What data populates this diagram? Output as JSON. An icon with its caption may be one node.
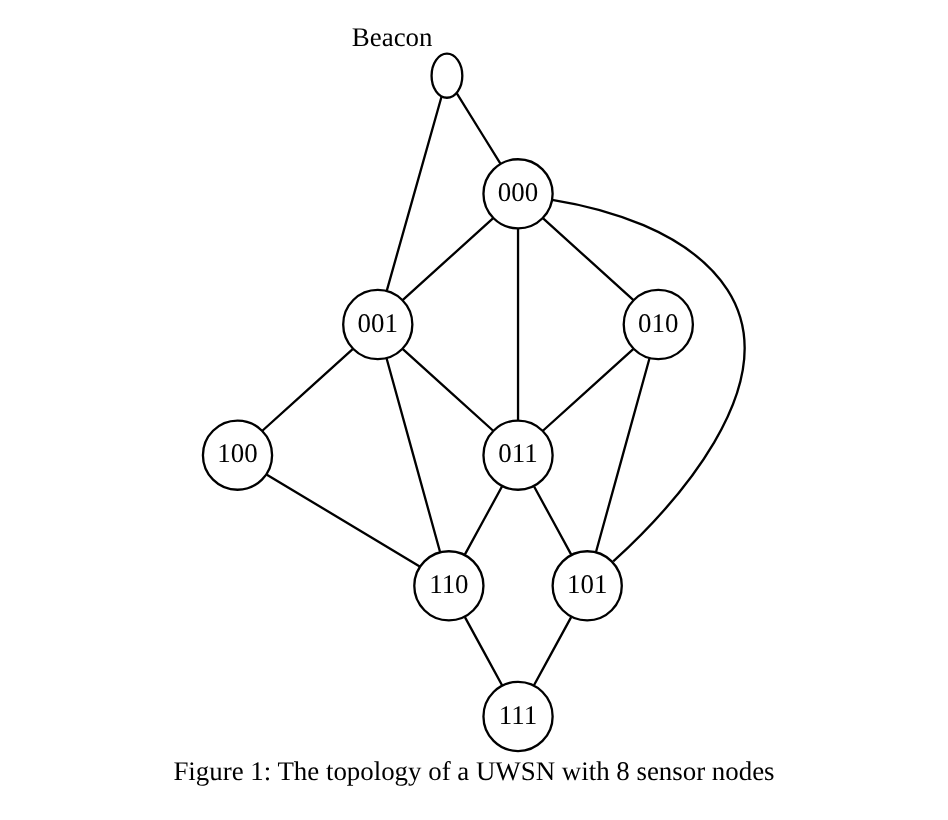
{
  "diagram": {
    "caption": "Figure 1: The topology of a UWSN with 8 sensor nodes",
    "nodes": [
      {
        "text": [],
        "shape": "ellipse",
        "beside": [
          "Beacon"
        ]
      },
      {
        "text": [
          "000"
        ]
      },
      {
        "text": [
          "001"
        ]
      },
      {
        "text": [
          "010"
        ]
      },
      {
        "text": [
          "011"
        ]
      },
      {
        "text": [
          "100"
        ]
      },
      {
        "text": [
          "101"
        ]
      },
      {
        "text": [
          "110"
        ]
      },
      {
        "text": [
          "111"
        ]
      }
    ],
    "edges": [
      {
        "from": 0,
        "to": 1,
        "arrow": "none"
      },
      {
        "from": 0,
        "to": 2,
        "arrow": "none"
      },
      {
        "from": 1,
        "to": 2,
        "arrow": "none"
      },
      {
        "from": 1,
        "to": 3,
        "arrow": "none"
      },
      {
        "from": 1,
        "to": 4,
        "arrow": "none"
      },
      {
        "from": 1,
        "to": 6,
        "arrow": "none"
      },
      {
        "from": 3,
        "to": 4,
        "arrow": "none"
      },
      {
        "from": 3,
        "to": 6,
        "arrow": "none"
      },
      {
        "from": 2,
        "to": 4,
        "arrow": "none"
      },
      {
        "from": 2,
        "to": 7,
        "arrow": "none"
      },
      {
        "from": 2,
        "to": 5,
        "arrow": "none"
      },
      {
        "from": 4,
        "to": 6,
        "arrow": "none"
      },
      {
        "from": 4,
        "to": 7,
        "arrow": "none"
      },
      {
        "from": 5,
        "to": 7,
        "arrow": "none"
      },
      {
        "from": 6,
        "to": 8,
        "arrow": "none"
      },
      {
        "from": 7,
        "to": 8,
        "arrow": "none"
      }
    ]
  }
}
